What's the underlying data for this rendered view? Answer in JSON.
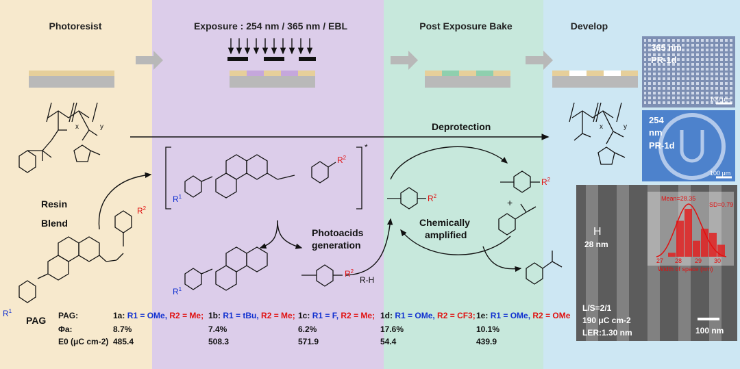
{
  "colors": {
    "photoresist": "#f7e9cd",
    "exposure": "#dccdea",
    "peb": "#c7e8dc",
    "develop": "#cde7f3"
  },
  "steps": [
    "Photoresist",
    "Exposure : 254 nm / 365 nm / EBL",
    "Post Exposure Bake",
    "Develop"
  ],
  "labels": {
    "resin": "Resin",
    "blend": "Blend",
    "pag": "PAG",
    "deprotection": "Deprotection",
    "photoacids": "Photoacids",
    "generation": "generation",
    "chemically": "Chemically",
    "amplified": "amplified",
    "rh": "R-H",
    "x": "x",
    "y": "y",
    "star": "*",
    "plus": "+",
    "r1": "R",
    "sup1": "1",
    "r2": "R",
    "sup2": "2"
  },
  "table": {
    "row_labels": [
      "PAG:",
      "Φa:",
      "E0 (μC cm-2)"
    ],
    "compounds": [
      {
        "id": "1a:",
        "r1": "R1 = OMe,",
        "r2": "R2 = Me;",
        "phi": "8.7%",
        "e0": "485.4"
      },
      {
        "id": "1b:",
        "r1": "R1 = tBu,",
        "r2": "R2 = Me;",
        "phi": "7.4%",
        "e0": "508.3"
      },
      {
        "id": "1c:",
        "r1": "R1 = F,",
        "r2": "R2 = Me;",
        "phi": "6.2%",
        "e0": "571.9"
      },
      {
        "id": "1d:",
        "r1": "R1 = OMe,",
        "r2": "R2 = CF3;",
        "phi": "17.6%",
        "e0": "54.4"
      },
      {
        "id": "1e:",
        "r1": "R1 = OMe,",
        "r2": "R2 = OMe",
        "phi": "10.1%",
        "e0": "439.9"
      }
    ]
  },
  "images": {
    "img1": {
      "l1": "365 nm",
      "l2": "PR-1d",
      "scale": "100 μm"
    },
    "img2": {
      "l1": "254",
      "l2": "nm",
      "l3": "PR-1d",
      "scale": "100 μm"
    },
    "sem": {
      "h": "H",
      "width": "28 nm",
      "ls": "L/S=2/1",
      "dose": "190 μC cm-2",
      "ler": "LER:1.30 nm",
      "scale": "100 nm"
    }
  },
  "chart_data": {
    "type": "bar",
    "categories": [
      "27",
      "28",
      "29",
      "30"
    ],
    "values": [
      1,
      9,
      12,
      4,
      7,
      6,
      3
    ],
    "mean": "Mean=28.35",
    "sd": "SD=0.79",
    "xlabel": "Width of space (nm)",
    "ylabel": ""
  }
}
